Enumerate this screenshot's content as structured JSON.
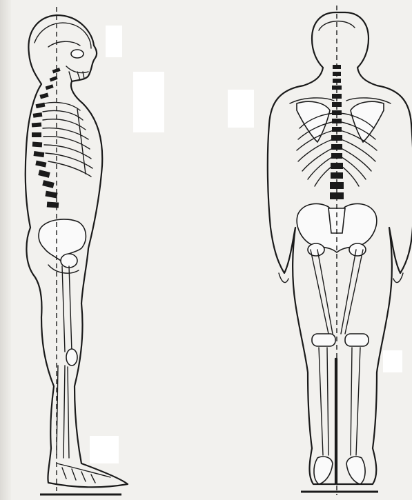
{
  "figure": {
    "views": [
      {
        "id": "side",
        "icon": "lateral-posture-skeleton-icon"
      },
      {
        "id": "back",
        "icon": "posterior-posture-skeleton-icon"
      }
    ],
    "plumb_line": "dashed",
    "colors": {
      "ink": "#1a1a1a",
      "paper": "#f2f1ee",
      "patch": "#ffffff"
    }
  }
}
